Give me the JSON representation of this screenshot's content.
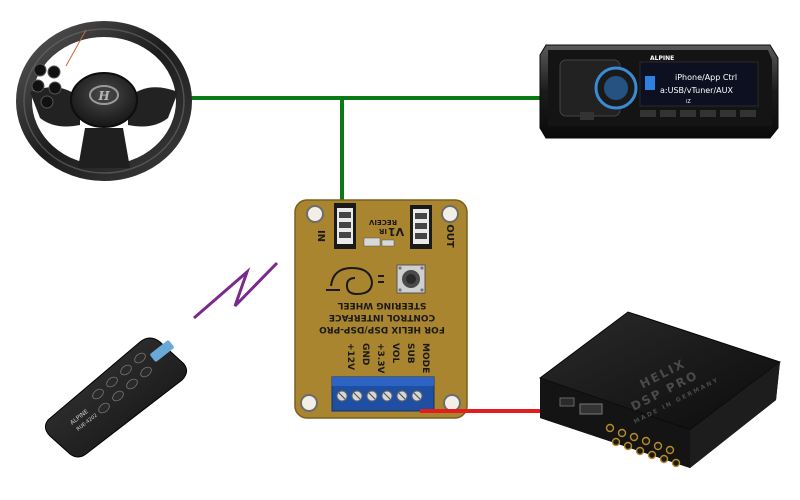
{
  "radio": {
    "brand": "ALPINE",
    "line1": "iPhone/App Ctrl",
    "line2": "a:USB/vTuner/AUX",
    "line3": "iZ"
  },
  "steering": {
    "logo": "H"
  },
  "board": {
    "in_label": "IN",
    "out_label": "OUT",
    "ir_label": "IR",
    "recv_label": "RECEIV",
    "version": "V1",
    "title_line1": "FOR HELIX DSP/DSP-PRO",
    "title_line2": "CONTROL INTERFACE",
    "title_line3": "STEERING WHEEL",
    "terminals": [
      "+12V",
      "GND",
      "+3.3V",
      "VOL",
      "SUB",
      "MODE"
    ]
  },
  "remote": {
    "brand": "ALPINE",
    "model": "RUE-4202"
  },
  "dsp": {
    "brand": "HELIX",
    "model": "DSP PRO",
    "tagline": "MADE IN GERMANY"
  },
  "colors": {
    "wire_green": "#0a7a14",
    "wire_red": "#e11d1d",
    "wireless": "#7a2a8c",
    "pcb": "#a98530"
  }
}
